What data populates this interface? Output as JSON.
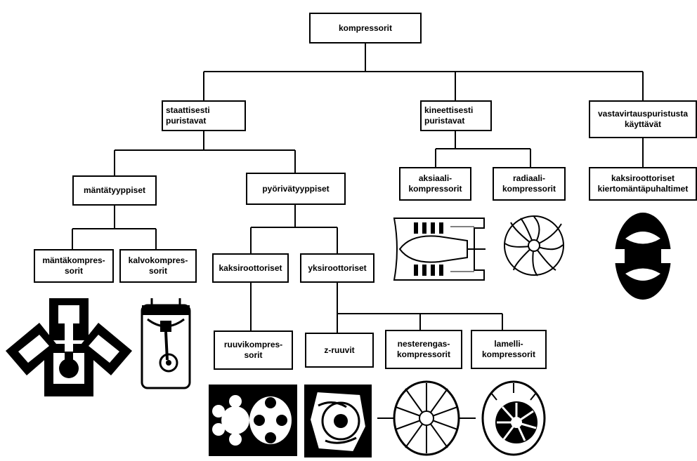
{
  "diagram": {
    "root": "kompressorit",
    "nodes": {
      "staattisesti": "staattisesti\npuristavat",
      "kineettisesti": "kineettisesti\npuristavat",
      "vastavirtaus": "vastavirtauspuristusta\nkäyttävät",
      "mantatyyppiset": "mäntätyyppiset",
      "pyorivatyyppiset": "pyörivätyyppiset",
      "aksiaali": "aksiaali-\nkompressorit",
      "radiaali": "radiaali-\nkompressorit",
      "kaksiroottoriset_puhaltimet": "kaksiroottoriset\nkiertomäntäpuhaltimet",
      "mantakompressorit": "mäntäkompres-\nsorit",
      "kalvokompressorit": "kalvokompres-\nsorit",
      "kaksiroottoriset": "kaksiroottoriset",
      "yksiroottoriset": "yksiroottoriset",
      "ruuvikompressorit": "ruuvikompres-\nsorit",
      "z_ruuvit": "z-ruuvit",
      "nesterengas": "nesterengas-\nkompressorit",
      "lamelli": "lamelli-\nkompressorit"
    },
    "illustrations": [
      "piston-compressor-icon",
      "diaphragm-compressor-icon",
      "axial-compressor-icon",
      "radial-compressor-icon",
      "twin-rotor-blower-icon",
      "screw-compressor-icon",
      "z-screw-icon",
      "liquid-ring-compressor-icon",
      "vane-compressor-icon"
    ]
  }
}
